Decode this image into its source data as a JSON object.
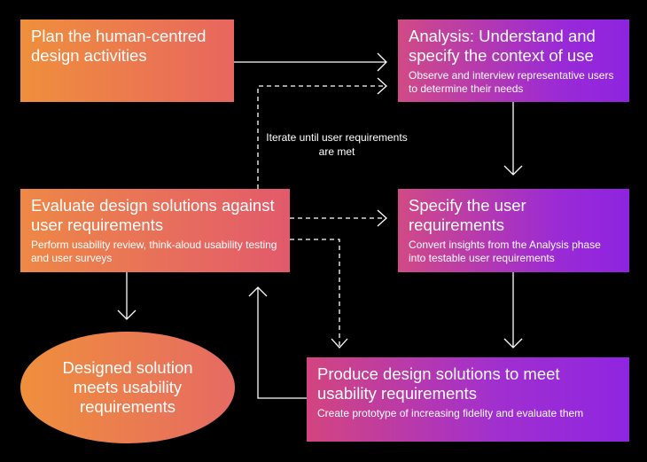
{
  "plan": {
    "title": "Plan the human-centred design activities"
  },
  "analysis": {
    "title": "Analysis: Understand and specify the context of use",
    "desc": "Observe and interview representative users to determine their needs"
  },
  "evaluate": {
    "title": "Evaluate design solutions against user requirements",
    "desc": "Perform usability review, think-aloud usability testing and user surveys"
  },
  "specify": {
    "title": "Specify the user requirements",
    "desc": "Convert insights from the Analysis phase into testable user requirements"
  },
  "produce": {
    "title": "Produce design solutions to meet usability requirements",
    "desc": "Create prototype of increasing fidelity and evaluate them"
  },
  "result": {
    "label": "Designed solution meets usability requirements"
  },
  "iterate": {
    "label": "Iterate until user requirements are met"
  },
  "colors": {
    "background": "#000000",
    "orange": "#ef8f3c",
    "pink": "#e25a6c",
    "purple": "#8e24e0",
    "line": "#ffffff"
  }
}
